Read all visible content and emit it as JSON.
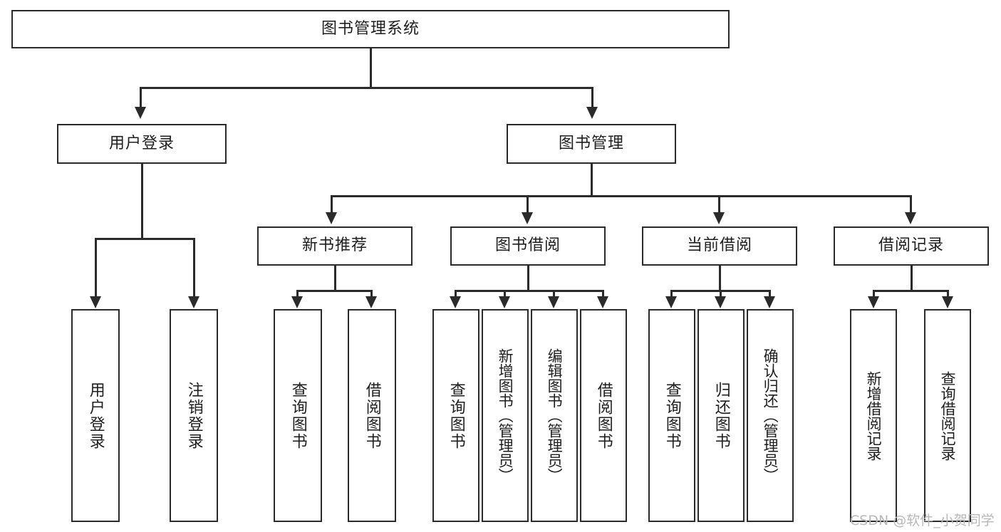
{
  "diagram": {
    "type": "tree-hierarchy",
    "title": "图书管理系统",
    "root": {
      "label": "图书管理系统"
    },
    "level2": [
      {
        "label": "用户登录"
      },
      {
        "label": "图书管理"
      }
    ],
    "level3": [
      {
        "label": "新书推荐"
      },
      {
        "label": "图书借阅"
      },
      {
        "label": "当前借阅"
      },
      {
        "label": "借阅记录"
      }
    ],
    "leaves": {
      "user_login": [
        {
          "label": "用户登录"
        },
        {
          "label": "注销登录"
        }
      ],
      "new_book_recommend": [
        {
          "label": "查询图书"
        },
        {
          "label": "借阅图书"
        }
      ],
      "book_borrow": [
        {
          "label": "查询图书"
        },
        {
          "label": "新增图书（管理员）"
        },
        {
          "label": "编辑图书（管理员）"
        },
        {
          "label": "借阅图书"
        }
      ],
      "current_borrow": [
        {
          "label": "查询图书"
        },
        {
          "label": "归还图书"
        },
        {
          "label": "确认归还（管理员）"
        }
      ],
      "borrow_record": [
        {
          "label": "新增借阅记录"
        },
        {
          "label": "查询借阅记录"
        }
      ]
    }
  },
  "watermark": {
    "text": "CSDN @软件_小贺同学"
  },
  "colors": {
    "border": "#2b2b2b",
    "text": "#1e1e1e",
    "background": "#ffffff",
    "watermark": "#b8b8b8"
  }
}
